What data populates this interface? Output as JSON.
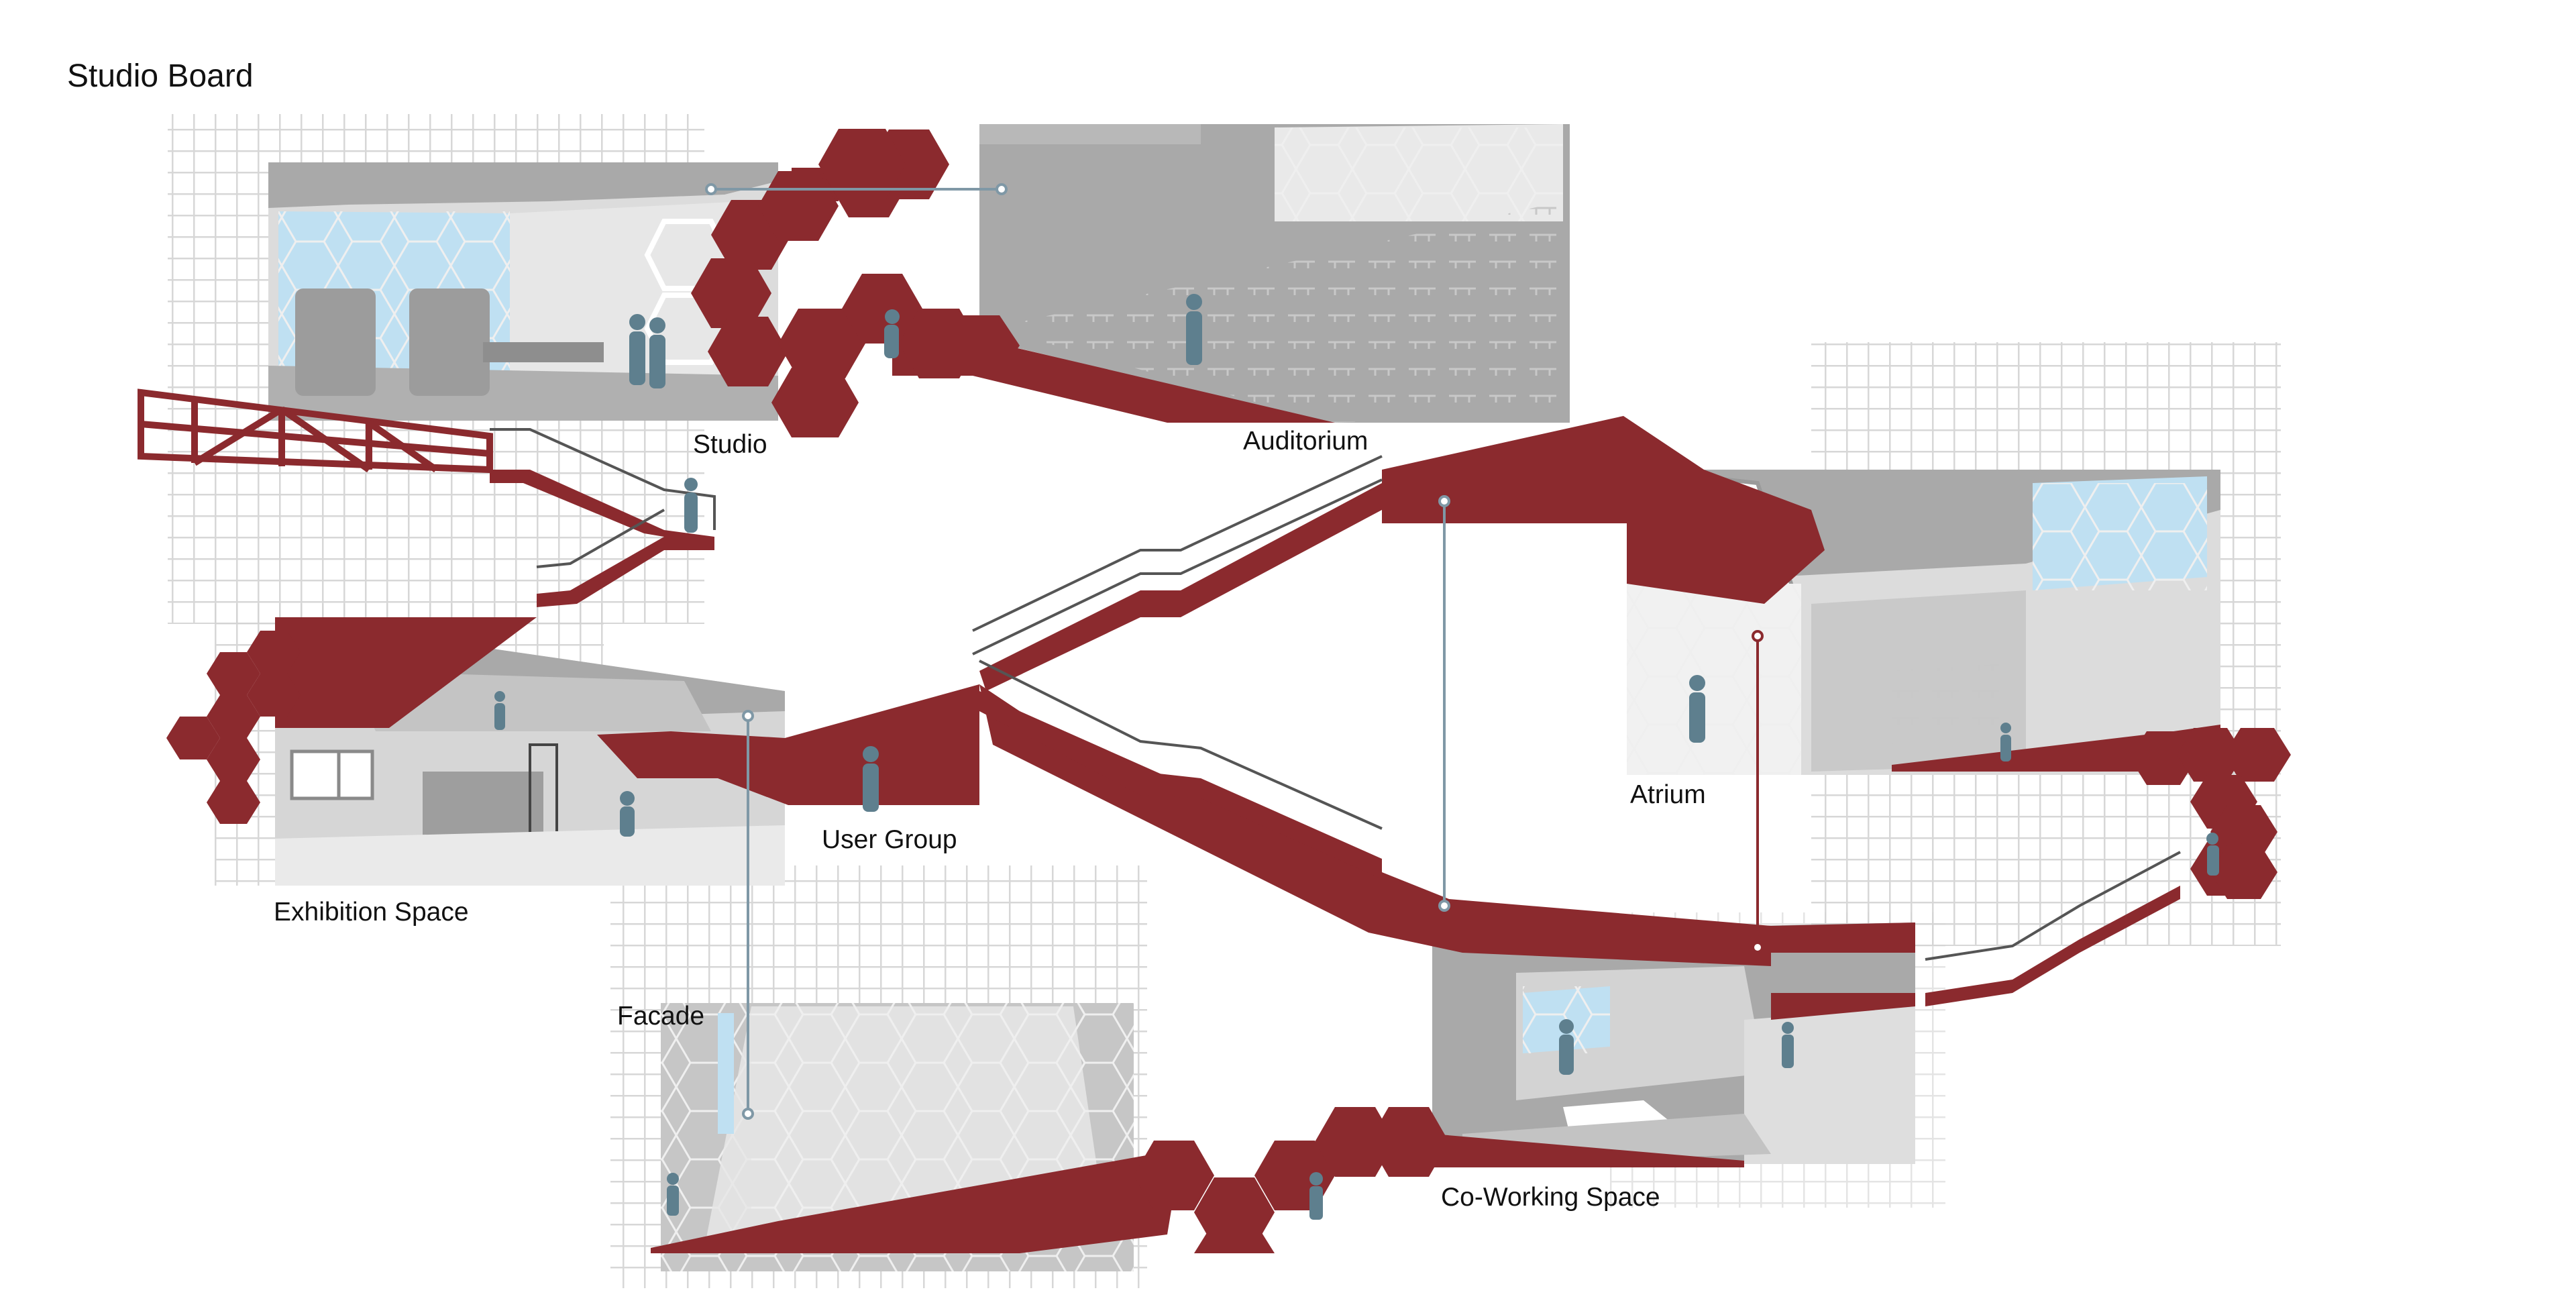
{
  "title": "Studio Board",
  "spaces": [
    {
      "id": "studio",
      "label": "Studio"
    },
    {
      "id": "auditorium",
      "label": "Auditorium"
    },
    {
      "id": "atrium",
      "label": "Atrium"
    },
    {
      "id": "user-group",
      "label": "User Group"
    },
    {
      "id": "exhibition-space",
      "label": "Exhibition Space"
    },
    {
      "id": "facade",
      "label": "Facade"
    },
    {
      "id": "co-working-space",
      "label": "Co-Working Space"
    }
  ],
  "colors": {
    "accent": "#8b2a2e",
    "render_gray": "#a9a9a9",
    "render_light": "#d8d8d8",
    "sky": "#bfe0f2",
    "figure": "#5e7f8e",
    "grid": "#d2d2d2",
    "connector": "#7f98a6"
  }
}
